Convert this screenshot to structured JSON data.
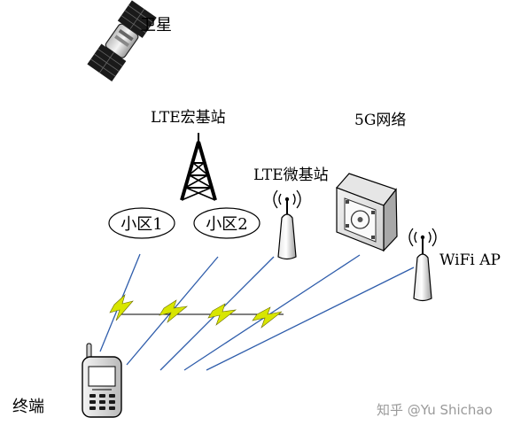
{
  "labels": {
    "satellite": "卫星",
    "lte_macro": "LTE宏基站",
    "network_5g": "5G网络",
    "lte_micro": "LTE微基站",
    "cell_1": "小区1",
    "cell_2": "小区2",
    "wifi_ap": "WiFi AP",
    "terminal": "终端"
  },
  "watermark": "知乎 @Yu Shichao",
  "colors": {
    "link_blue": "#2f5dab",
    "lightning": "#d8e600",
    "outline": "#000000"
  }
}
